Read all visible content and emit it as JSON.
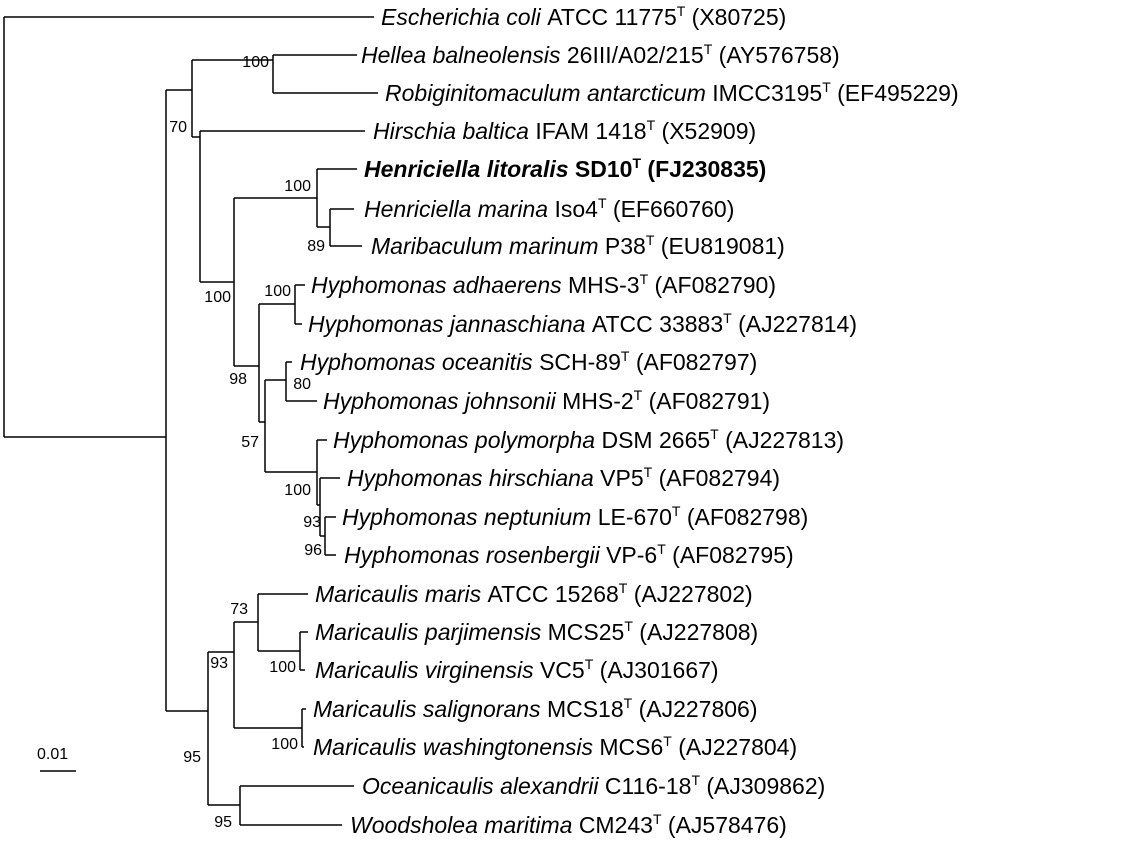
{
  "taxa": [
    {
      "id": "ecoli",
      "genus_species": "Escherichia coli",
      "strain": "ATCC 11775",
      "superscript": "T",
      "accession": "(X80725)",
      "bold": false
    },
    {
      "id": "hellea",
      "genus_species": "Hellea balneolensis",
      "strain": "26III/A02/215",
      "superscript": "T",
      "accession": "(AY576758)",
      "bold": false
    },
    {
      "id": "robig",
      "genus_species": "Robiginitomaculum antarcticum",
      "strain": "IMCC3195",
      "superscript": "T",
      "accession": "(EF495229)",
      "bold": false
    },
    {
      "id": "hirsch",
      "genus_species": "Hirschia baltica",
      "strain": "IFAM 1418",
      "superscript": "T",
      "accession": "(X52909)",
      "bold": false
    },
    {
      "id": "hlit",
      "genus_species": "Henriciella litoralis",
      "strain": "SD10",
      "superscript": "T",
      "accession": "(FJ230835)",
      "bold": true
    },
    {
      "id": "hmar",
      "genus_species": "Henriciella marina",
      "strain": "Iso4",
      "superscript": "T",
      "accession": "(EF660760)",
      "bold": false
    },
    {
      "id": "marib",
      "genus_species": "Maribaculum marinum",
      "strain": "P38",
      "superscript": "T",
      "accession": "(EU819081)",
      "bold": false
    },
    {
      "id": "hadh",
      "genus_species": "Hyphomonas adhaerens",
      "strain": "MHS-3",
      "superscript": "T",
      "accession": "(AF082790)",
      "bold": false
    },
    {
      "id": "hjan",
      "genus_species": "Hyphomonas jannaschiana",
      "strain": "ATCC 33883",
      "superscript": "T",
      "accession": "(AJ227814)",
      "bold": false
    },
    {
      "id": "hoce",
      "genus_species": "Hyphomonas oceanitis",
      "strain": "SCH-89",
      "superscript": "T",
      "accession": "(AF082797)",
      "bold": false
    },
    {
      "id": "hjoh",
      "genus_species": "Hyphomonas johnsonii",
      "strain": "MHS-2",
      "superscript": "T",
      "accession": "(AF082791)",
      "bold": false
    },
    {
      "id": "hpol",
      "genus_species": "Hyphomonas polymorpha",
      "strain": "DSM 2665",
      "superscript": "T",
      "accession": "(AJ227813)",
      "bold": false
    },
    {
      "id": "hhir",
      "genus_species": "Hyphomonas hirschiana",
      "strain": "VP5",
      "superscript": "T",
      "accession": "(AF082794)",
      "bold": false
    },
    {
      "id": "hnep",
      "genus_species": "Hyphomonas neptunium",
      "strain": "LE-670",
      "superscript": "T",
      "accession": "(AF082798)",
      "bold": false
    },
    {
      "id": "hros",
      "genus_species": "Hyphomonas rosenbergii",
      "strain": "VP-6",
      "superscript": "T",
      "accession": "(AF082795)",
      "bold": false
    },
    {
      "id": "mmar",
      "genus_species": "Maricaulis maris",
      "strain": "ATCC 15268",
      "superscript": "T",
      "accession": "(AJ227802)",
      "bold": false
    },
    {
      "id": "mpar",
      "genus_species": "Maricaulis parjimensis",
      "strain": "MCS25",
      "superscript": "T",
      "accession": "(AJ227808)",
      "bold": false
    },
    {
      "id": "mvir",
      "genus_species": "Maricaulis virginensis",
      "strain": "VC5",
      "superscript": "T",
      "accession": "(AJ301667)",
      "bold": false
    },
    {
      "id": "msal",
      "genus_species": "Maricaulis salignorans",
      "strain": "MCS18",
      "superscript": "T",
      "accession": "(AJ227806)",
      "bold": false
    },
    {
      "id": "mwas",
      "genus_species": "Maricaulis washingtonensis",
      "strain": "MCS6",
      "superscript": "T",
      "accession": "(AJ227804)",
      "bold": false
    },
    {
      "id": "oale",
      "genus_species": "Oceanicaulis alexandrii",
      "strain": "C116-18",
      "superscript": "T",
      "accession": "(AJ309862)",
      "bold": false
    },
    {
      "id": "wmar",
      "genus_species": "Woodsholea maritima",
      "strain": "CM243",
      "superscript": "T",
      "accession": "(AJ578476)",
      "bold": false
    }
  ],
  "bootstrap_values": {
    "hellea_robig": "100",
    "hellea_clade": "70",
    "henriciella": "100",
    "hmar_marib": "89",
    "hyph_group": "100",
    "hadh_hjan": "100",
    "hyph_main": "98",
    "hoce_hjoh": "80",
    "hyph_sub": "57",
    "hpol_group": "100",
    "hnep_hros": "96",
    "hhir_group": "93",
    "maricaulis_maris": "73",
    "mpar_mvir": "100",
    "maricaulis_all": "93",
    "msal_mwas": "100",
    "ingroup": "95",
    "oale_wmar": "95"
  },
  "scale_bar": {
    "label": "0.01"
  },
  "colors": {
    "line": "#000000",
    "text": "#000000",
    "background": "#ffffff"
  }
}
